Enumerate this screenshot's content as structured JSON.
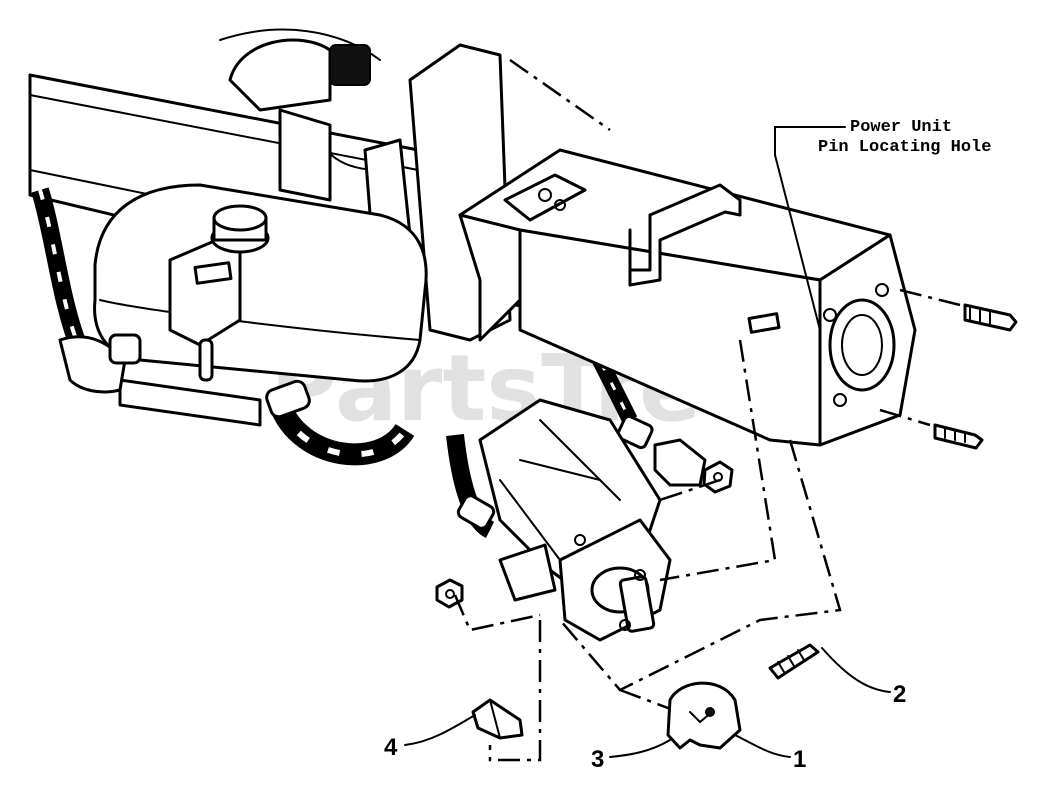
{
  "watermark": "PartsTree",
  "callouts": {
    "power_unit_line1": "Power Unit",
    "power_unit_line2": "Pin Locating Hole",
    "part_1": "1",
    "part_2": "2",
    "part_3": "3",
    "part_4": "4"
  }
}
